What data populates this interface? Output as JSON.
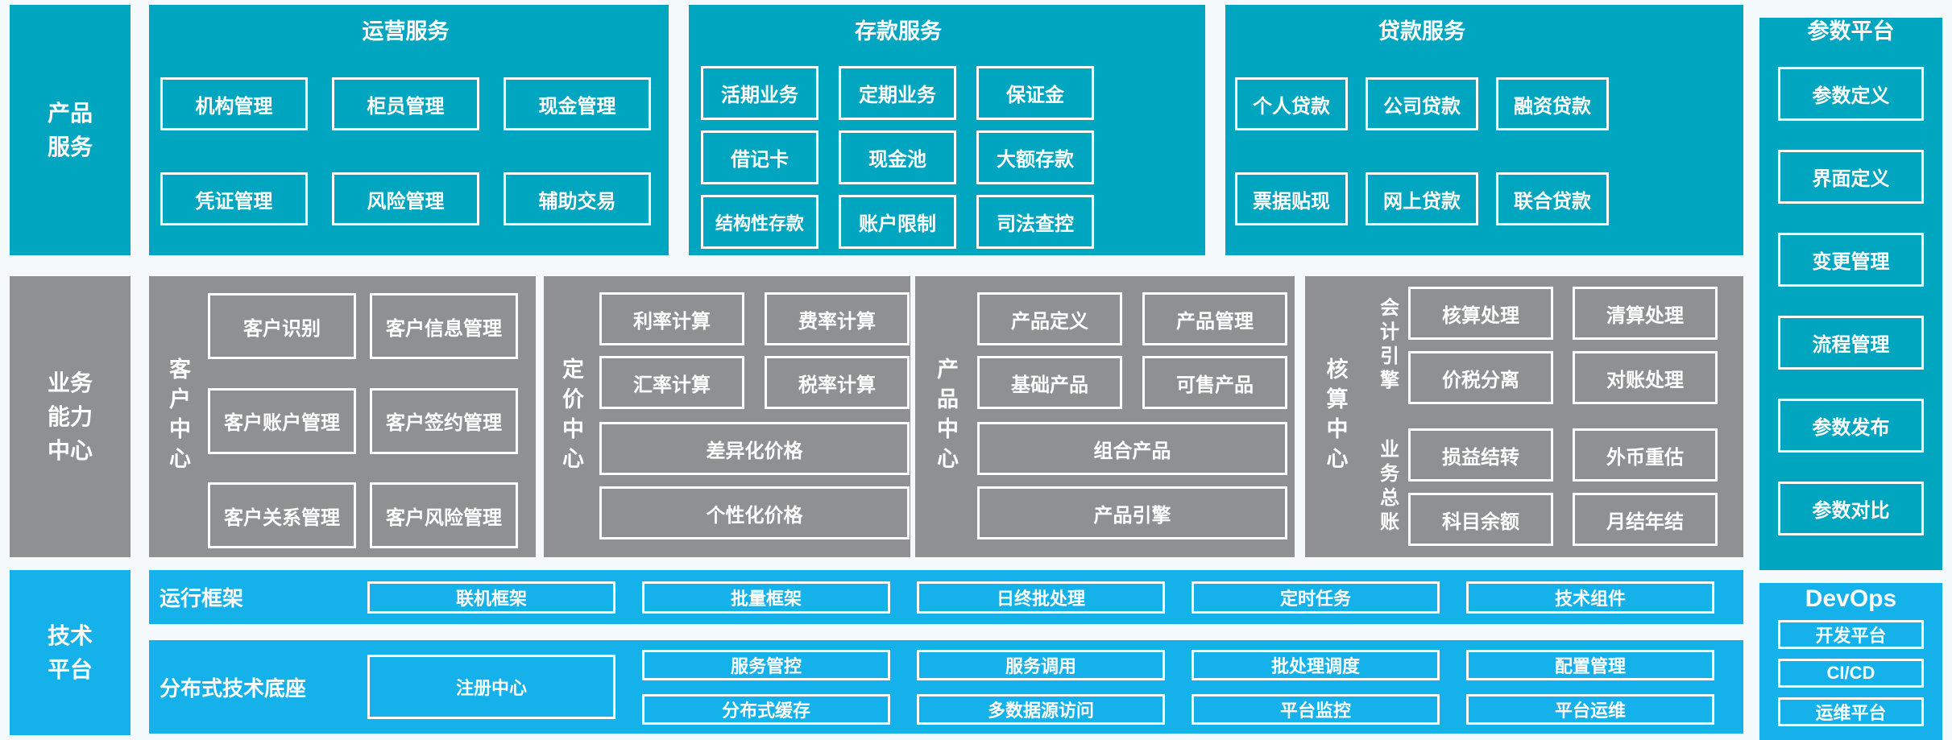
{
  "colors": {
    "teal": "#00A5BF",
    "blue": "#14B1EA",
    "gray": "#8F9091",
    "background": "#F4FAFC",
    "box_border": "#FFFFFF"
  },
  "left_rail": {
    "items": [
      {
        "label": "产品\n服务"
      },
      {
        "label": "业务\n能力\n中心"
      },
      {
        "label": "技术\n平台"
      }
    ]
  },
  "product_row": {
    "sections": [
      {
        "title": "运营服务",
        "boxes": [
          "机构管理",
          "柜员管理",
          "现金管理",
          "凭证管理",
          "风险管理",
          "辅助交易"
        ]
      },
      {
        "title": "存款服务",
        "boxes": [
          "活期业务",
          "定期业务",
          "保证金",
          "借记卡",
          "现金池",
          "大额存款",
          "结构性存款",
          "账户限制",
          "司法查控"
        ]
      },
      {
        "title": "贷款服务",
        "boxes": [
          "个人贷款",
          "公司贷款",
          "融资贷款",
          "票据贴现",
          "网上贷款",
          "联合贷款"
        ]
      }
    ]
  },
  "capability_row": {
    "customer": {
      "label": "客户中心",
      "boxes": [
        "客户识别",
        "客户信息管理",
        "客户账户管理",
        "客户签约管理",
        "客户关系管理",
        "客户风险管理"
      ]
    },
    "pricing": {
      "label": "定价中心",
      "boxes": [
        "利率计算",
        "费率计算",
        "汇率计算",
        "税率计算"
      ],
      "wide_boxes": [
        "差异化价格",
        "个性化价格"
      ]
    },
    "product": {
      "label": "产品中心",
      "boxes": [
        "产品定义",
        "产品管理",
        "基础产品",
        "可售产品"
      ],
      "wide_boxes": [
        "组合产品",
        "产品引擎"
      ]
    },
    "accounting": {
      "label": "核算中心",
      "groups": [
        {
          "label": "会计引擎",
          "boxes": [
            "核算处理",
            "清算处理",
            "价税分离",
            "对账处理"
          ]
        },
        {
          "label": "业务总账",
          "boxes": [
            "损益结转",
            "外币重估",
            "科目余额",
            "月结年结"
          ]
        }
      ]
    }
  },
  "param_platform": {
    "title": "参数平台",
    "items": [
      "参数定义",
      "界面定义",
      "变更管理",
      "流程管理",
      "参数发布",
      "参数对比"
    ]
  },
  "tech_row": {
    "runtime": {
      "label": "运行框架",
      "boxes": [
        "联机框架",
        "批量框架",
        "日终批处理",
        "定时任务",
        "技术组件"
      ]
    },
    "distributed": {
      "label": "分布式技术底座",
      "registry": "注册中心",
      "columns": [
        [
          "服务管控",
          "分布式缓存"
        ],
        [
          "服务调用",
          "多数据源访问"
        ],
        [
          "批处理调度",
          "平台监控"
        ],
        [
          "配置管理",
          "平台运维"
        ]
      ]
    }
  },
  "devops": {
    "title": "DevOps",
    "items": [
      "开发平台",
      "CI/CD",
      "运维平台"
    ]
  }
}
